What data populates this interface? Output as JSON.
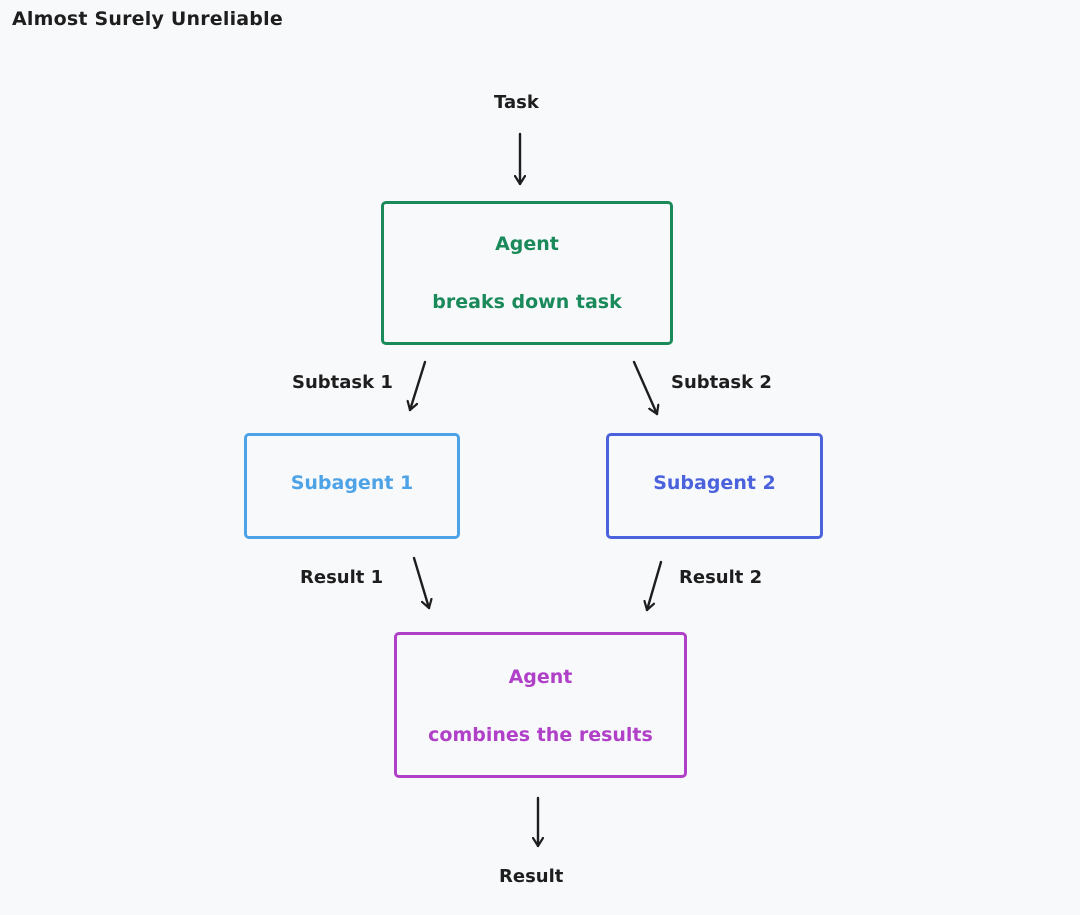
{
  "title": "Almost Surely Unreliable",
  "colors": {
    "ink": "#1e1e1e",
    "agent_top": "#1a8a5a",
    "subagent_1": "#4ea3e6",
    "subagent_2": "#4a63dd",
    "agent_bottom": "#b040c8",
    "background": "#f8f9fb"
  },
  "diagram": {
    "input_label": "Task",
    "agent_top": {
      "name": "Agent",
      "description": "breaks down task"
    },
    "subtask_1_label": "Subtask 1",
    "subtask_2_label": "Subtask 2",
    "subagent_1": {
      "name": "Subagent 1"
    },
    "subagent_2": {
      "name": "Subagent 2"
    },
    "result_1_label": "Result 1",
    "result_2_label": "Result 2",
    "agent_bottom": {
      "name": "Agent",
      "description": "combines the results"
    },
    "output_label": "Result"
  }
}
